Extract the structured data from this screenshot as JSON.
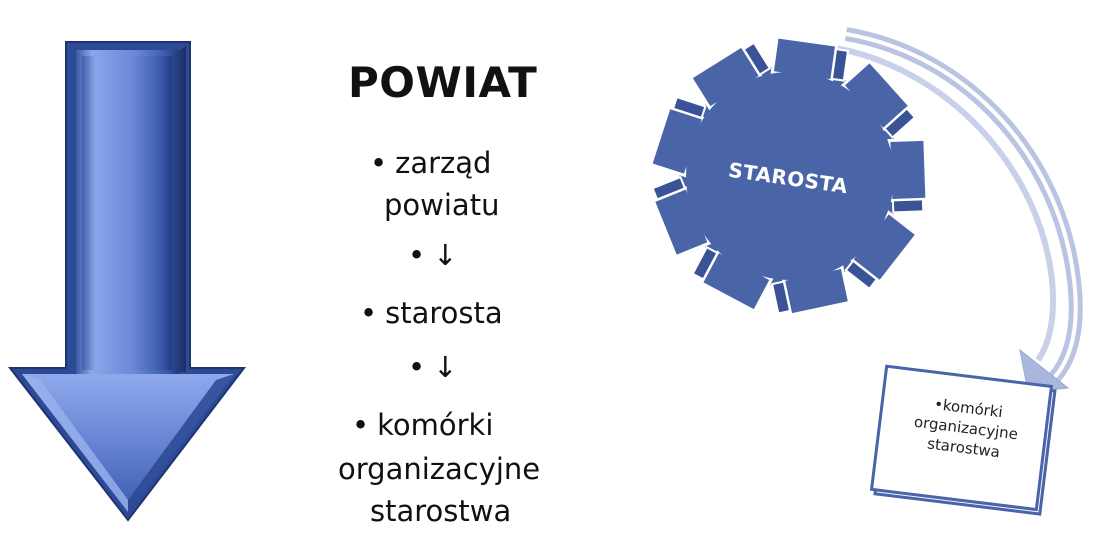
{
  "title": "POWIAT",
  "list": [
    {
      "bullet": "•",
      "text": "zarząd"
    },
    {
      "bullet": "",
      "text": "powiatu"
    },
    {
      "bullet": "•",
      "text": "↓"
    },
    {
      "bullet": "•",
      "text": "starosta"
    },
    {
      "bullet": "•",
      "text": "↓"
    },
    {
      "bullet": "•",
      "text": "komórki"
    },
    {
      "bullet": "",
      "text": "organizacyjne"
    },
    {
      "bullet": "",
      "text": "starostwa"
    }
  ],
  "gear": {
    "label": "STAROSTA",
    "color": "#4a64a8"
  },
  "box": {
    "line1": "•komórki",
    "line2": "organizacyjne",
    "line3": "starostwa",
    "border_color": "#4a64a8"
  },
  "arrow": {
    "icon": "down-arrow-icon",
    "color": "#6b8cd6"
  },
  "curved_arrow": {
    "color": "#b8c2e0"
  }
}
